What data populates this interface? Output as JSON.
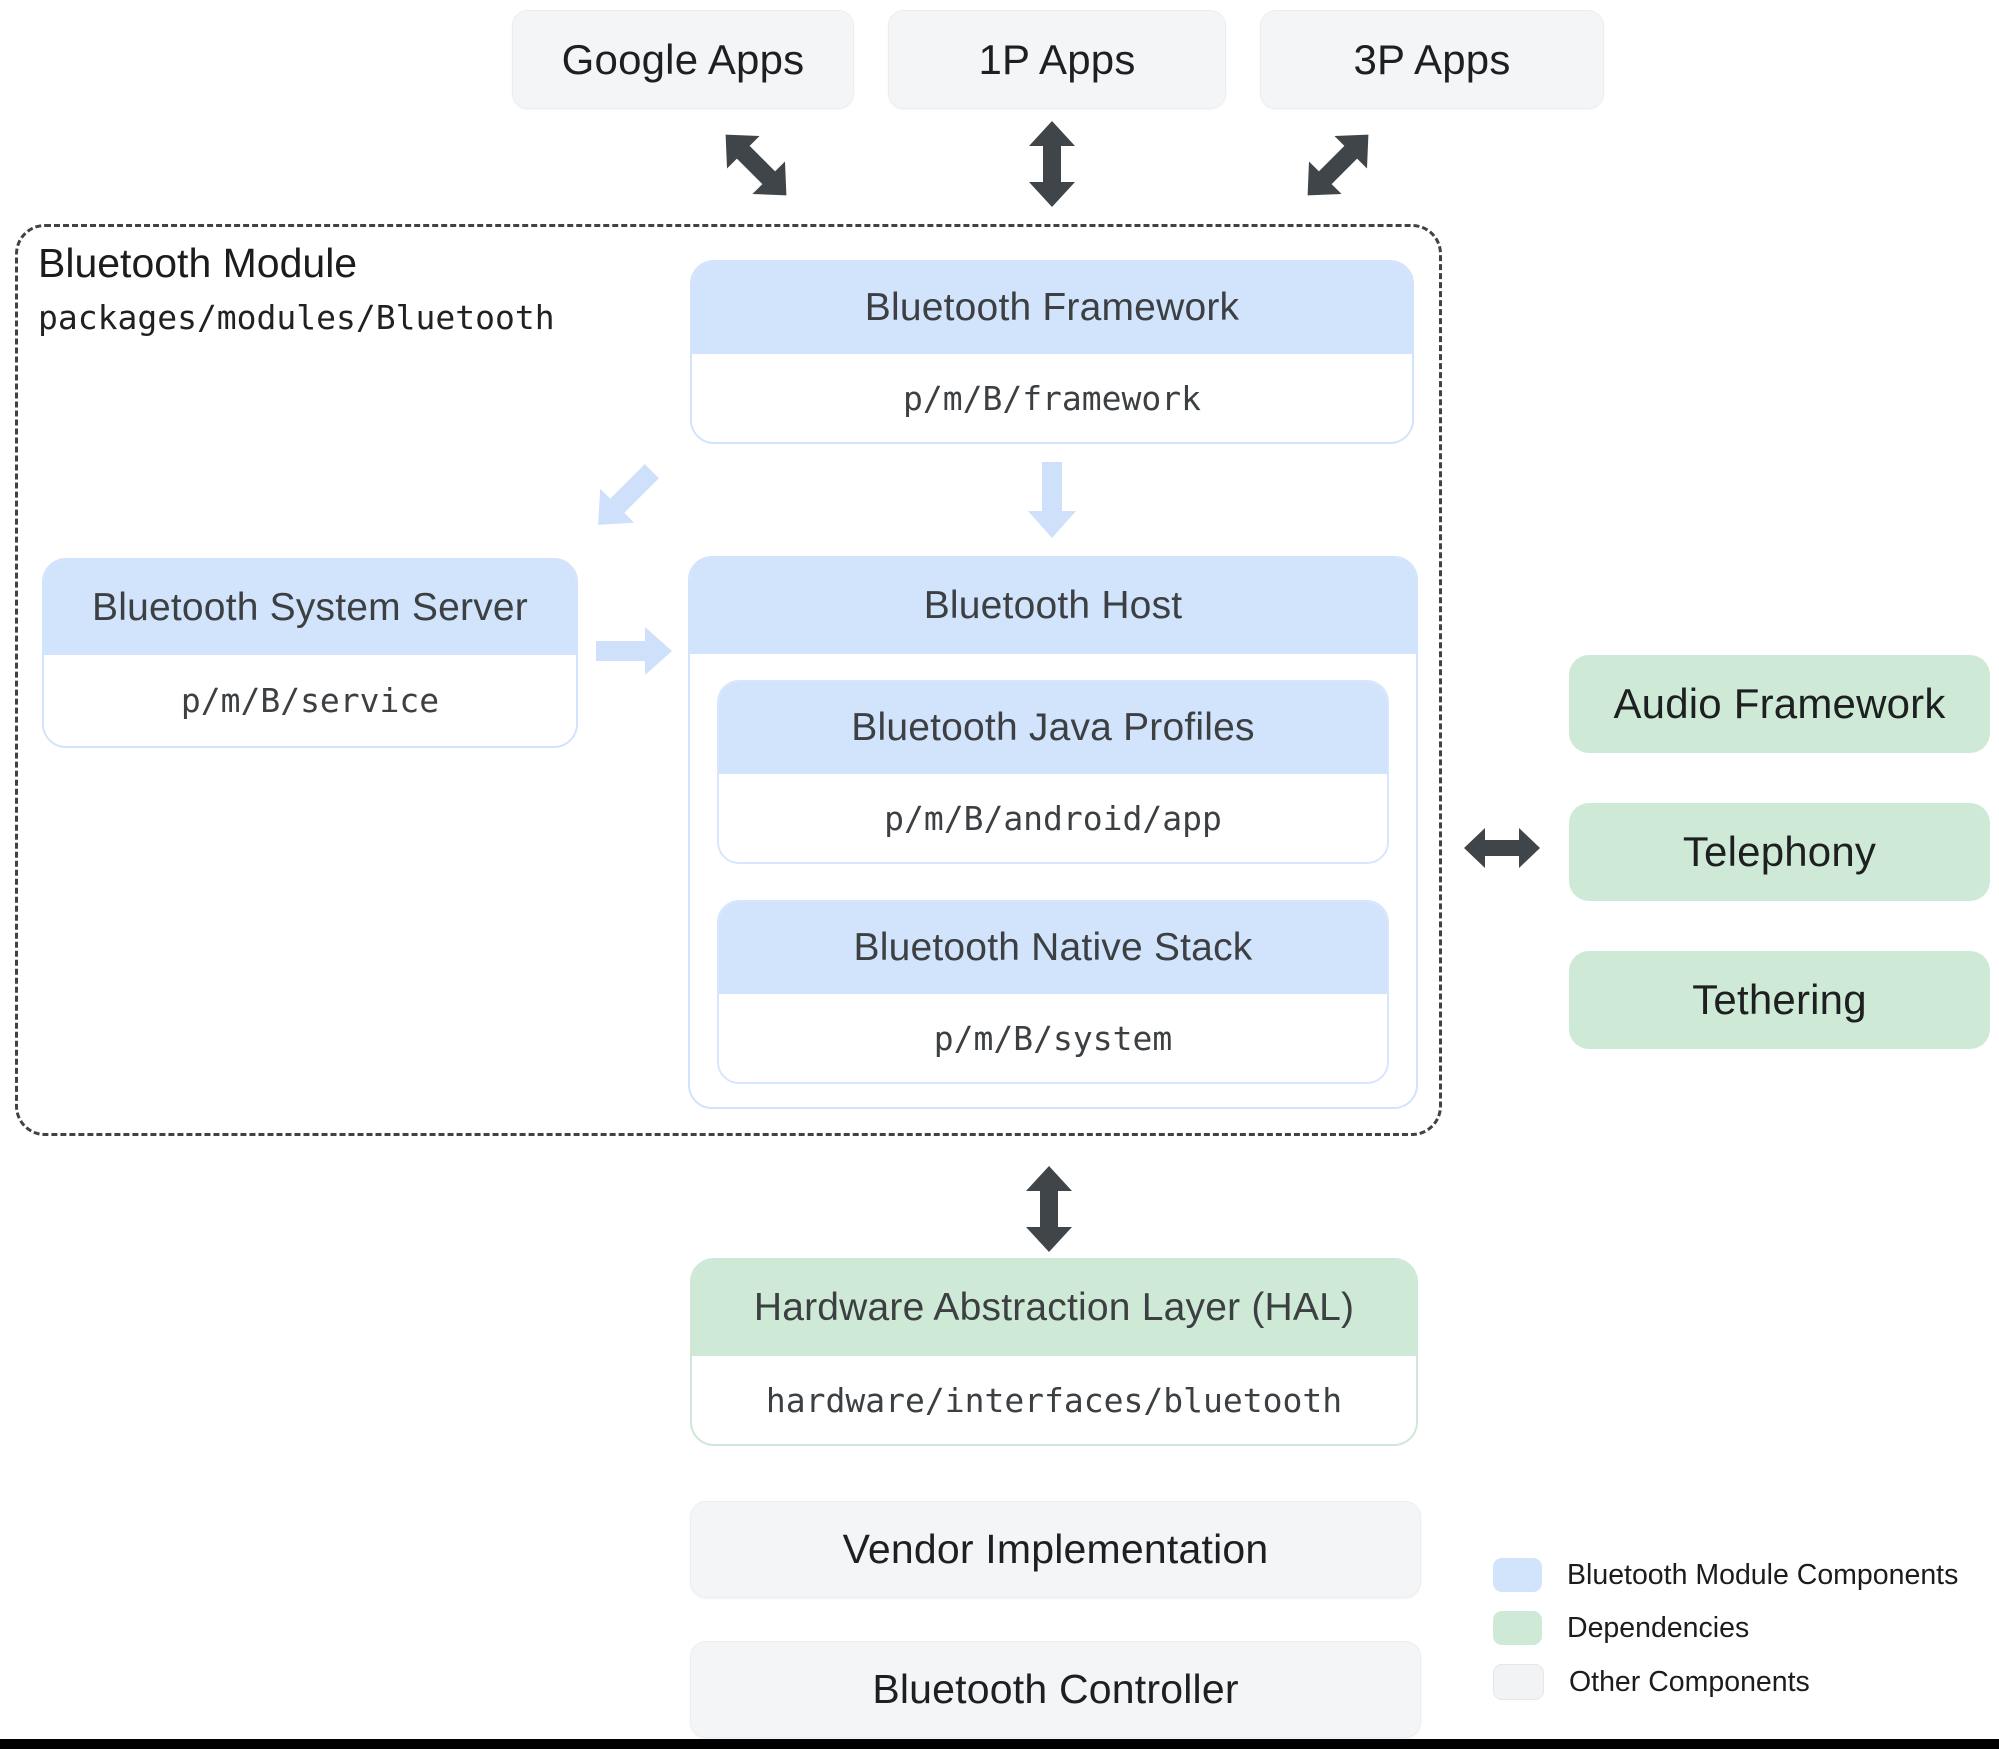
{
  "apps": [
    {
      "label": "Google Apps"
    },
    {
      "label": "1P Apps"
    },
    {
      "label": "3P Apps"
    }
  ],
  "module": {
    "title": "Bluetooth Module",
    "path": "packages/modules/Bluetooth"
  },
  "boxes": {
    "framework": {
      "title": "Bluetooth Framework",
      "path": "p/m/B/framework"
    },
    "system_server": {
      "title": "Bluetooth System Server",
      "path": "p/m/B/service"
    },
    "host": {
      "title": "Bluetooth Host"
    },
    "java_profiles": {
      "title": "Bluetooth Java Profiles",
      "path": "p/m/B/android/app"
    },
    "native_stack": {
      "title": "Bluetooth Native Stack",
      "path": "p/m/B/system"
    },
    "hal": {
      "title": "Hardware Abstraction Layer (HAL)",
      "path": "hardware/interfaces/bluetooth"
    },
    "vendor_implementation": {
      "title": "Vendor Implementation"
    },
    "bluetooth_controller": {
      "title": "Bluetooth Controller"
    }
  },
  "dependencies": [
    {
      "label": "Audio Framework"
    },
    {
      "label": "Telephony"
    },
    {
      "label": "Tethering"
    }
  ],
  "legend": [
    {
      "label": "Bluetooth Module Components",
      "color": "#d2e3fc"
    },
    {
      "label": "Dependencies",
      "color": "#ceead6"
    },
    {
      "label": "Other Components",
      "color": "#f1f3f4"
    }
  ],
  "colors": {
    "module_component": "#d2e3fc",
    "dependency": "#ceead6",
    "other_component": "#f1f3f4",
    "arrow_dark": "#3f4549",
    "arrow_light": "#cfe0fb"
  }
}
